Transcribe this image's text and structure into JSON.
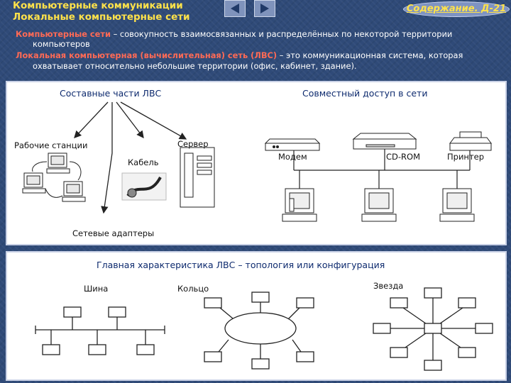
{
  "header": {
    "title_line1": "Компьютерные коммуникации",
    "title_line2": "Локальные компьютерные сети",
    "nav_content_label": "Содержание. Д-21",
    "prev_icon": "triangle-left-icon",
    "next_icon": "triangle-right-icon"
  },
  "definitions": {
    "def1_term": "Компьютерные сети",
    "def1_text": " – совокупность взаимосвязанных и распределённых по некоторой территории",
    "def1_cont": "компьютеров",
    "def2_term": "Локальная компьютерная (вычислительная) сеть (ЛВС)",
    "def2_text": " – это коммуникационная система, которая",
    "def2_cont": "охватывает относительно небольшие территории (офис, кабинет, здание)."
  },
  "top_panel": {
    "left_heading": "Составные части ЛВС",
    "right_heading": "Совместный доступ в сети",
    "workstations": "Рабочие станции",
    "server": "Сервер",
    "cable": "Кабель",
    "adapters": "Сетевые адаптеры",
    "modem": "Модем",
    "cdrom": "CD-ROM",
    "printer": "Принтер"
  },
  "bottom_panel": {
    "heading": "Главная характеристика ЛВС – топология или конфигурация",
    "bus": "Шина",
    "ring": "Кольцо",
    "star": "Звезда"
  },
  "colors": {
    "title": "#ffe24a",
    "term": "#ff6a55",
    "text": "#ffffff",
    "background": "#2f4a78",
    "heading": "#0d2a6e"
  }
}
